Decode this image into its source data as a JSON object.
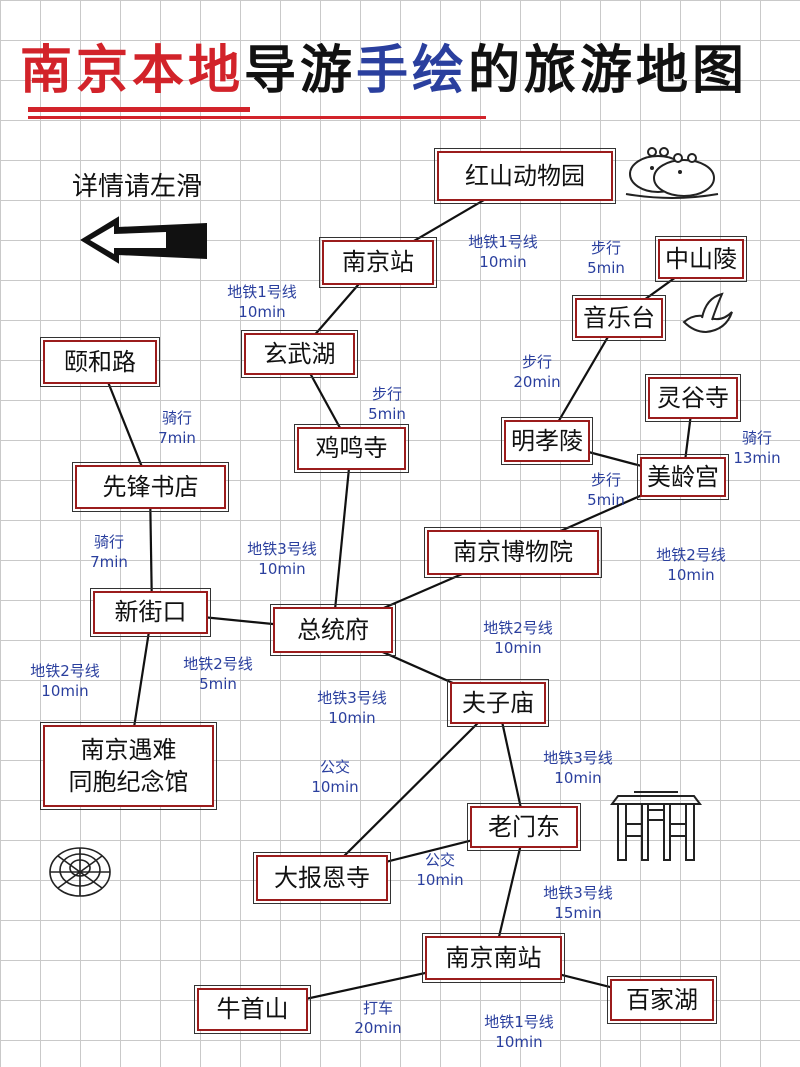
{
  "title": {
    "part1": "南京本地",
    "part2": "导游",
    "part3": "手绘",
    "part4": "的旅游地图"
  },
  "hint": "详情请左滑",
  "colors": {
    "red": "#d2232a",
    "blue": "#2a3f9e",
    "box_border": "#9b1c1c"
  },
  "icons": [
    "left-arrow-icon",
    "capybara-icon",
    "dove-icon",
    "chrysanthemum-icon",
    "gate-icon"
  ],
  "places": {
    "hongshan": "红山动物园",
    "nanjingzhan": "南京站",
    "xuanwuhu": "玄武湖",
    "jimingsi": "鸡鸣寺",
    "yiheliu": "颐和路",
    "xianfeng": "先锋书店",
    "xinjiekou": "新街口",
    "zongtongfu": "总统府",
    "datusha_l1": "南京遇难",
    "datusha_l2": "同胞纪念馆",
    "fuzimiao": "夫子庙",
    "laomendong": "老门东",
    "dabaoen": "大报恩寺",
    "nanjingnan": "南京南站",
    "niushou": "牛首山",
    "baijiahu": "百家湖",
    "zhongshanling": "中山陵",
    "yinyuetai": "音乐台",
    "mingxiaoling": "明孝陵",
    "linggusi": "灵谷寺",
    "meilinggong": "美龄宫",
    "bowuyuan": "南京博物院"
  },
  "routes": [
    {
      "mode": "地铁1号线",
      "time": "10min"
    },
    {
      "mode": "地铁1号线",
      "time": "10min"
    },
    {
      "mode": "步行",
      "time": "5min"
    },
    {
      "mode": "步行",
      "time": "5min"
    },
    {
      "mode": "骑行",
      "time": "7min"
    },
    {
      "mode": "地铁3号线",
      "time": "10min"
    },
    {
      "mode": "步行",
      "time": "20min"
    },
    {
      "mode": "骑行",
      "time": "13min"
    },
    {
      "mode": "步行",
      "time": "5min"
    },
    {
      "mode": "骑行",
      "time": "7min"
    },
    {
      "mode": "地铁2号线",
      "time": "10min"
    },
    {
      "mode": "地铁2号线",
      "time": "10min"
    },
    {
      "mode": "地铁2号线",
      "time": "5min"
    },
    {
      "mode": "地铁2号线",
      "time": "10min"
    },
    {
      "mode": "地铁3号线",
      "time": "10min"
    },
    {
      "mode": "公交",
      "time": "10min"
    },
    {
      "mode": "地铁3号线",
      "time": "10min"
    },
    {
      "mode": "公交",
      "time": "10min"
    },
    {
      "mode": "地铁3号线",
      "time": "15min"
    },
    {
      "mode": "打车",
      "time": "20min"
    },
    {
      "mode": "地铁1号线",
      "time": "10min"
    }
  ]
}
